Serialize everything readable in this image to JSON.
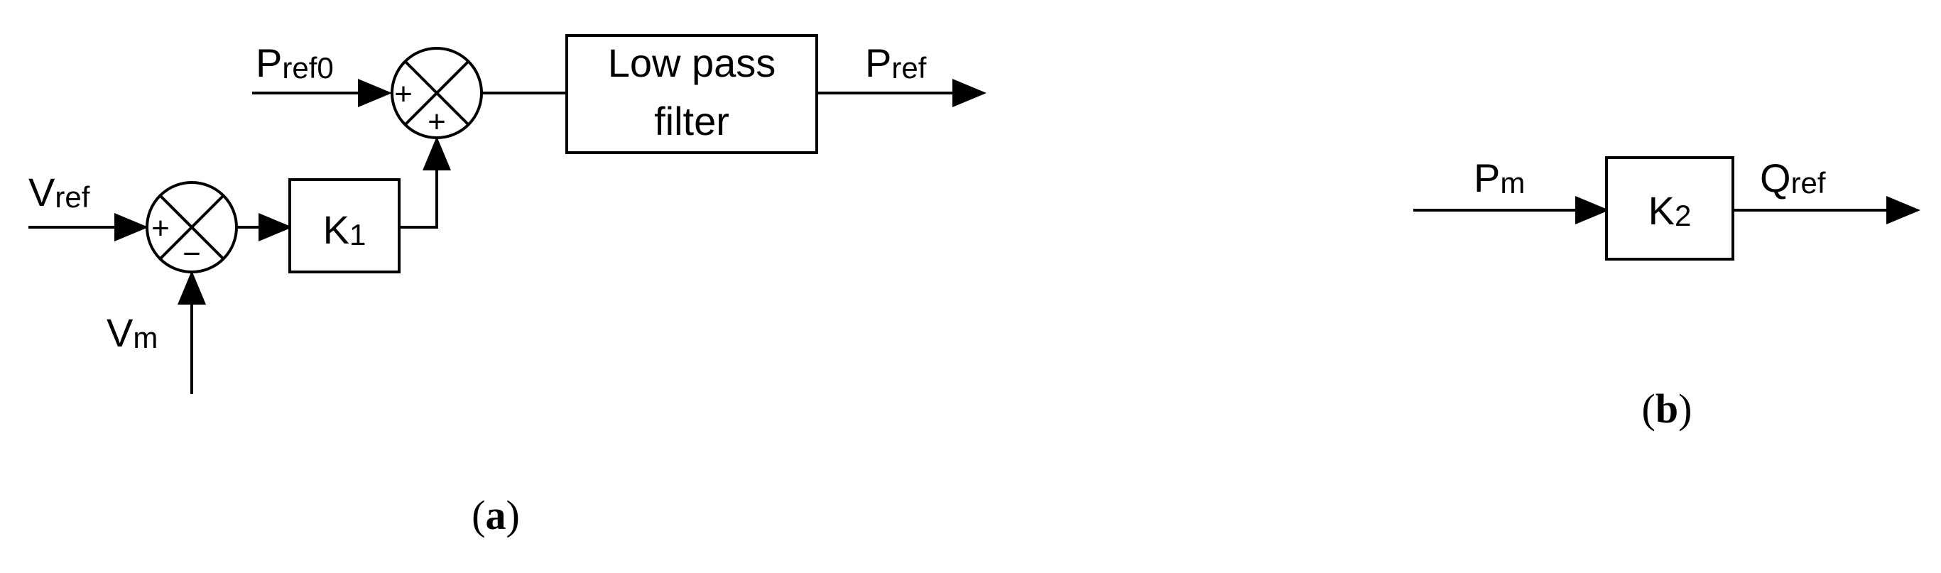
{
  "panel_a": {
    "inputs": {
      "p_ref0": {
        "base": "P",
        "sub": "ref0"
      },
      "v_ref": {
        "base": "V",
        "sub": "ref"
      },
      "v_m": {
        "base": "V",
        "sub": "m"
      }
    },
    "output": {
      "base": "P",
      "sub": "ref"
    },
    "sum_top_signs": [
      "+",
      "+"
    ],
    "sum_bottom_signs": [
      "+",
      "−"
    ],
    "gain_block": {
      "base": "K",
      "sub": "1"
    },
    "filter_block": [
      "Low pass",
      "filter"
    ],
    "caption": {
      "open": "(",
      "letter": "a",
      "close": ")"
    }
  },
  "panel_b": {
    "input": {
      "base": "P",
      "sub": "m"
    },
    "output": {
      "base": "Q",
      "sub": "ref"
    },
    "gain_block": {
      "base": "K",
      "sub": "2"
    },
    "caption": {
      "open": "(",
      "letter": "b",
      "close": ")"
    }
  }
}
